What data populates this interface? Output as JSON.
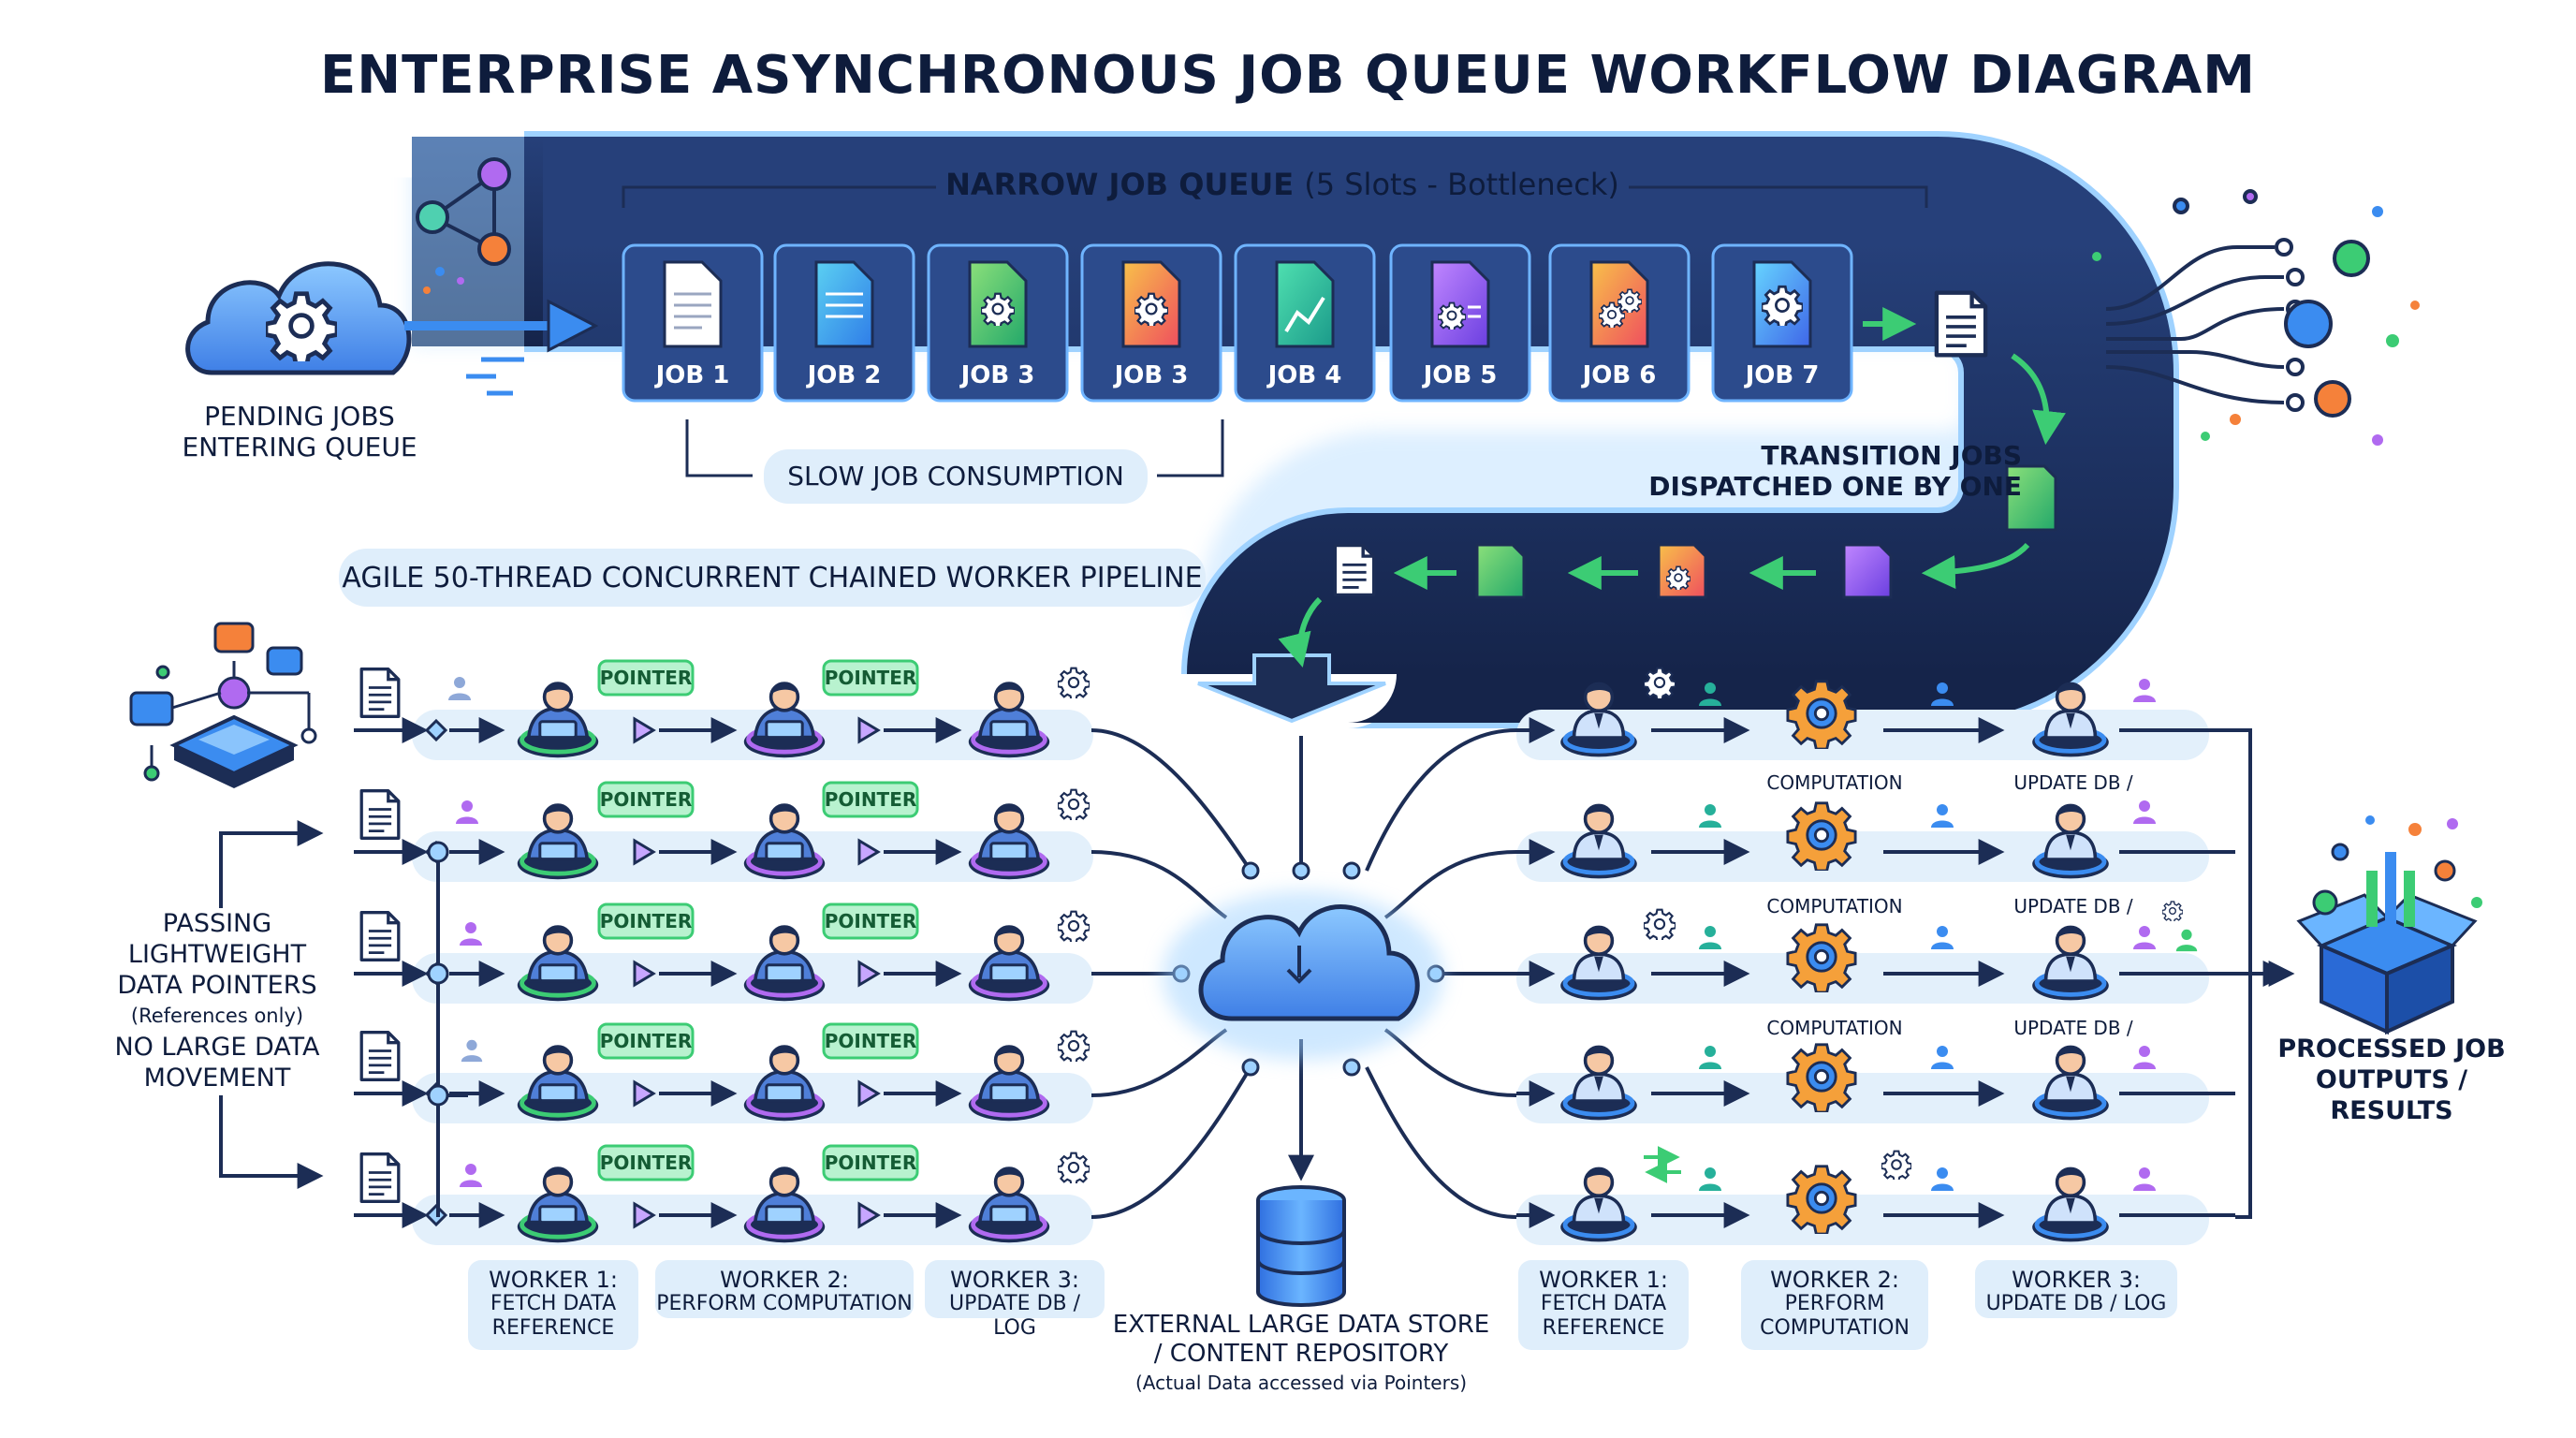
{
  "title": "ENTERPRISE ASYNCHRONOUS JOB QUEUE WORKFLOW DIAGRAM",
  "queue": {
    "label_bold": "NARROW JOB QUEUE",
    "label_rest": "(5 Slots - Bottleneck)",
    "jobs": [
      "JOB 1",
      "JOB 2",
      "JOB 3",
      "JOB 3",
      "JOB 4",
      "JOB 5",
      "JOB 6",
      "JOB 7"
    ],
    "consumption": "SLOW JOB CONSUMPTION",
    "transition_line1": "TRANSITION JOBS",
    "transition_line2": "DISPATCHED ONE BY ONE"
  },
  "pending": {
    "line1": "PENDING JOBS",
    "line2": "ENTERING QUEUE"
  },
  "pipeline_label": "AGILE 50-THREAD CONCURRENT CHAINED WORKER PIPELINE",
  "pointer_tag": "POINTER",
  "passing": {
    "line1": "PASSING",
    "line2": "LIGHTWEIGHT",
    "line3": "DATA POINTERS",
    "line4": "(References only)",
    "line5": "NO LARGE DATA",
    "line6": "MOVEMENT"
  },
  "left_workers": {
    "w1_line1": "WORKER 1:",
    "w1_line2": "FETCH DATA",
    "w1_line3": "REFERENCE",
    "w2_line1": "WORKER 2:",
    "w2_line2": "PERFORM COMPUTATION",
    "w3_line1": "WORKER 3:",
    "w3_line2": "UPDATE DB / LOG"
  },
  "right_workers": {
    "w1_line1": "WORKER 1:",
    "w1_line2": "FETCH DATA",
    "w1_line3": "REFERENCE",
    "w2_line1": "WORKER 2:",
    "w2_line2": "PERFORM",
    "w2_line3": "COMPUTATION",
    "w3_line1": "WORKER 3:",
    "w3_line2": "UPDATE DB / LOG"
  },
  "row_labels": {
    "computation": "COMPUTATION",
    "update": "UPDATE DB /"
  },
  "store": {
    "line1": "EXTERNAL LARGE DATA STORE",
    "line2": "/ CONTENT REPOSITORY",
    "line3": "(Actual Data accessed via Pointers)"
  },
  "outputs": {
    "line1": "PROCESSED JOB",
    "line2": "OUTPUTS /",
    "line3": "RESULTS"
  },
  "colors": {
    "navy": "#0e1c3c",
    "queue_dark": "#1c2d55",
    "accent_blue": "#3b8cf0",
    "glow": "#9fd2ff",
    "lane": "#e3f0fb",
    "green_pointer": "#3ccc74",
    "purple": "#8a5cf0",
    "orange": "#f5813a"
  }
}
